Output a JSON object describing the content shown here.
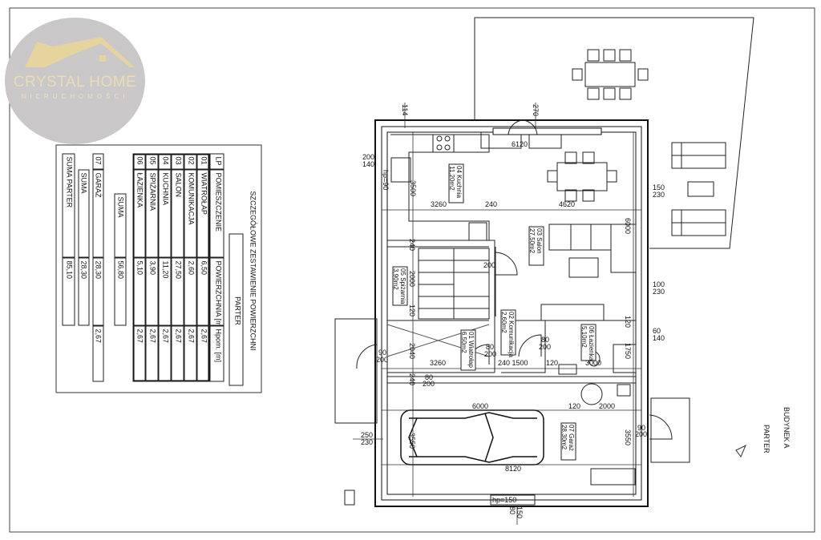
{
  "logo": {
    "brand": "CRYSTAL HOME",
    "sub": "NIERUCHOMOŚCI"
  },
  "table": {
    "title": "SZCZEGÓŁOWE ZESTAWIENIE POWIERZCHNI",
    "section": "PARTER",
    "headers": [
      "LP",
      "POMIESZCZENIE",
      "POWIERZCHNIA [m2]",
      "Hpom. [m]"
    ],
    "rows": [
      {
        "lp": "01",
        "name": "WIATROŁAP",
        "area": "6,50",
        "h": "2,67"
      },
      {
        "lp": "02",
        "name": "KOMUNIKACJA",
        "area": "2,60",
        "h": "2,67"
      },
      {
        "lp": "03",
        "name": "SALON",
        "area": "27,50",
        "h": "2,67"
      },
      {
        "lp": "04",
        "name": "KUCHNIA",
        "area": "11,20",
        "h": "2,67"
      },
      {
        "lp": "05",
        "name": "SPIŻARNIA",
        "area": "3,90",
        "h": "2,67"
      },
      {
        "lp": "06",
        "name": "ŁAZIENKA",
        "area": "5,10",
        "h": "2,67"
      }
    ],
    "sum1": {
      "label": "SUMA",
      "value": "56,80"
    },
    "garage_row": {
      "lp": "07",
      "name": "GARAŻ",
      "area": "28,30",
      "h": "2,67"
    },
    "sum2": {
      "label": "SUMA",
      "value": "28,30"
    },
    "total": {
      "label": "SUMA PARTER",
      "value": "85,10"
    }
  },
  "plan": {
    "building": "BUDYNEK A",
    "floor": "PARTER",
    "rooms": [
      {
        "num": "04",
        "name": "Kuchnia",
        "area": "11,20m2"
      },
      {
        "num": "03",
        "name": "Salon",
        "area": "27,50m2"
      },
      {
        "num": "05",
        "name": "Spiżarnia",
        "area": "3,90m2"
      },
      {
        "num": "02",
        "name": "Komunikacja",
        "area": "2,60m2"
      },
      {
        "num": "01",
        "name": "Wiatrołap",
        "area": "6,50m2"
      },
      {
        "num": "06",
        "name": "Łazienka",
        "area": "5,10m2"
      },
      {
        "num": "07",
        "name": "Garaż",
        "area": "28,30m2"
      }
    ],
    "dimensions": [
      "114",
      "270",
      "6120",
      "200",
      "140",
      "hp=90",
      "3500",
      "3260",
      "240",
      "4620",
      "6000",
      "150",
      "230",
      "240",
      "2000",
      "200",
      "100",
      "230",
      "120",
      "120",
      "60",
      "140",
      "90",
      "200",
      "2040",
      "3260",
      "80",
      "200",
      "240 1500",
      "80",
      "200",
      "120",
      "3000",
      "1750",
      "240",
      "80",
      "200",
      "6000",
      "120",
      "2000",
      "250",
      "230",
      "3550",
      "8120",
      "3550",
      "90",
      "200",
      "hp=150",
      "80",
      "150"
    ]
  }
}
